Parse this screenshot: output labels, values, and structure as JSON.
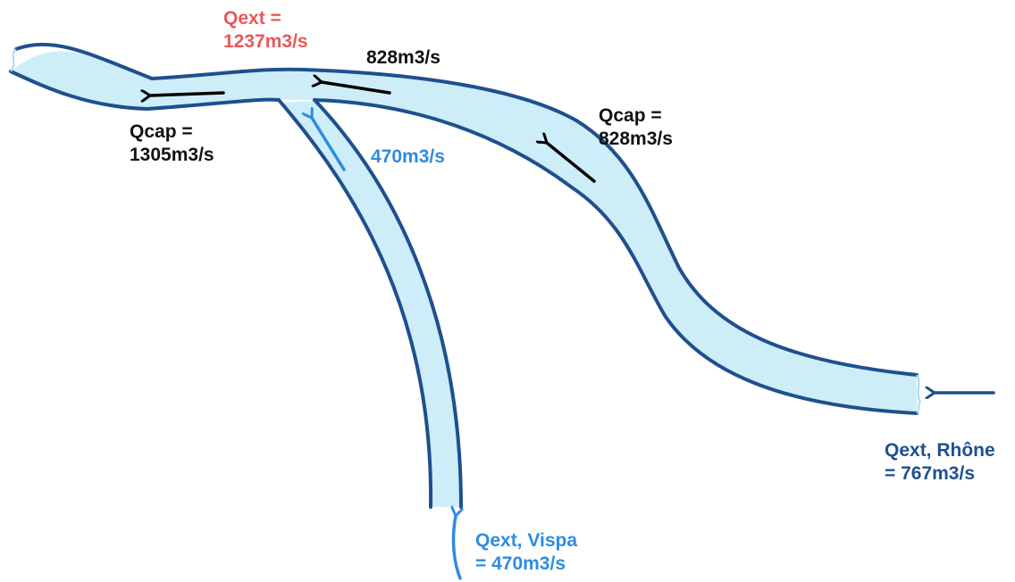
{
  "colors": {
    "water": "#cdeef8",
    "bank": "#1f4f8f",
    "flow_dark": "#000000",
    "flow_vispa": "#2e8ce0",
    "flow_inlet": "#1f4f8f",
    "text_red": "#e8585a",
    "text_black": "#111111",
    "text_blue": "#2e8ce0",
    "text_navy": "#1f4f8f"
  },
  "labels": {
    "qext_confluence": {
      "line1": "Qext =",
      "line2": "1237m3/s"
    },
    "rhone_upper_flow": "828m3/s",
    "qcap_rhone": {
      "line1": "Qcap =",
      "line2": "828m3/s"
    },
    "qcap_downstream": {
      "line1": "Qcap =",
      "line2": "1305m3/s"
    },
    "vispa_flow": "470m3/s",
    "qext_rhone": {
      "line1": "Qext, Rhône",
      "line2": "= 767m3/s"
    },
    "qext_vispa": {
      "line1": "Qext, Vispa",
      "line2": "= 470m3/s"
    }
  },
  "icons": {
    "flow_arrows": [
      "arrow-left-icon",
      "arrow-up-left-icon",
      "arrow-up-icon"
    ]
  }
}
